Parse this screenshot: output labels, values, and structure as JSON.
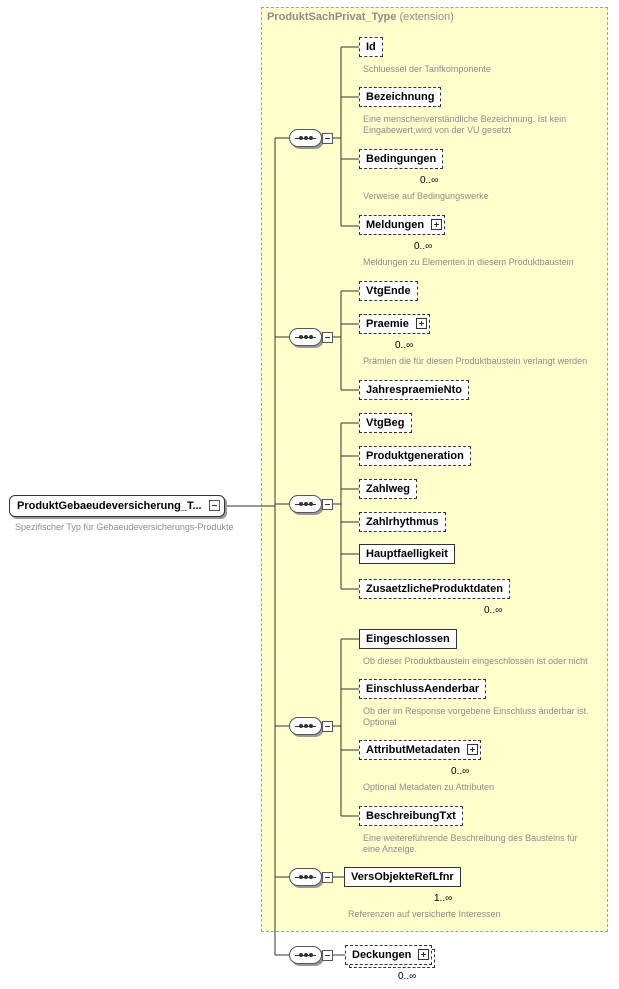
{
  "extension": {
    "type_name": "ProduktSachPrivat_Type",
    "kind": "(extension)"
  },
  "root": {
    "name": "ProduktGebaeudeversicherung_T...",
    "description": "Spezifischer Typ für Gebaeudeversicherungs-Produkte"
  },
  "elements": {
    "id": {
      "name": "Id",
      "description": "Schluessel der Tarifkomponente"
    },
    "bezeichnung": {
      "name": "Bezeichnung",
      "description_1": "Eine menschenverständliche Bezeichnung. Ist kein",
      "description_2": "Eingabewert,wird von der VU gesetzt"
    },
    "bedingungen": {
      "name": "Bedingungen",
      "cardinality": "0..∞",
      "description": "Verweise auf Bedingungswerke"
    },
    "meldungen": {
      "name": "Meldungen",
      "cardinality": "0..∞",
      "description": "Meldungen zu Elementen in diesem Produktbaustein"
    },
    "vtgende": {
      "name": "VtgEnde"
    },
    "praemie": {
      "name": "Praemie",
      "cardinality": "0..∞",
      "description": "Prämien die für diesen Produktbaustein verlangt werden"
    },
    "jahrespraemie": {
      "name": "JahrespraemieNto"
    },
    "vtgbeg": {
      "name": "VtgBeg"
    },
    "produktgeneration": {
      "name": "Produktgeneration"
    },
    "zahlweg": {
      "name": "Zahlweg"
    },
    "zahlrhythmus": {
      "name": "Zahlrhythmus"
    },
    "hauptfaelligkeit": {
      "name": "Hauptfaelligkeit"
    },
    "zusaetzliche": {
      "name": "ZusaetzlicheProduktdaten",
      "cardinality": "0..∞"
    },
    "eingeschlossen": {
      "name": "Eingeschlossen",
      "description": "Ob dieser Produktbaustein eingeschlossen ist oder nicht"
    },
    "einschluss": {
      "name": "EinschlussAenderbar",
      "description_1": "Ob der im Response vorgebene Einschluss änderbar ist.",
      "description_2": "Optional"
    },
    "attribut": {
      "name": "AttributMetadaten",
      "cardinality": "0..∞",
      "description": "Optional Metadaten zu Attributen"
    },
    "beschreibung": {
      "name": "BeschreibungTxt",
      "description_1": "Eine weiterefü​hrende Beschreibung des Bausteins für",
      "description_2": "eine Anzeige."
    },
    "versobjekte": {
      "name": "VersObjekteRefLfnr",
      "cardinality": "1..∞",
      "description": "Referenzen auf versicherte Interessen"
    },
    "deckungen": {
      "name": "Deckungen",
      "cardinality": "0..∞"
    }
  }
}
